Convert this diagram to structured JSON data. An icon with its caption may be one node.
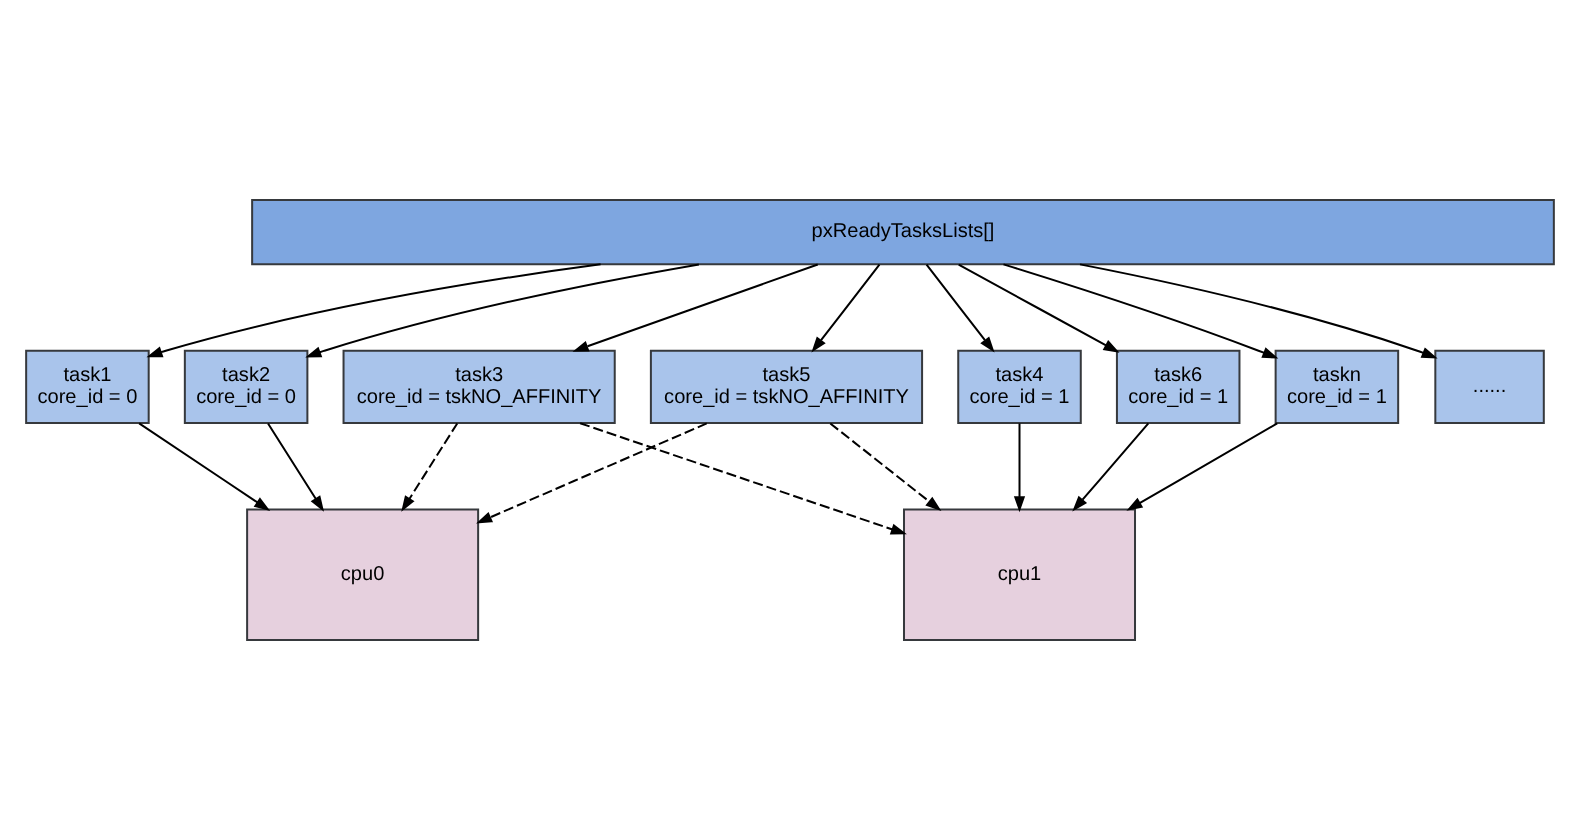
{
  "diagram": {
    "nodes": [
      {
        "text": [
          "pxReadyTasksLists[]"
        ]
      },
      {
        "text": [
          "task1",
          "core_id = 0"
        ]
      },
      {
        "text": [
          "task2",
          "core_id = 0"
        ]
      },
      {
        "text": [
          "task3",
          "core_id = tskNO_AFFINITY"
        ]
      },
      {
        "text": [
          "task4",
          "core_id = 1"
        ]
      },
      {
        "text": [
          "task5",
          "core_id = tskNO_AFFINITY"
        ]
      },
      {
        "text": [
          "task6",
          "core_id = 1"
        ]
      },
      {
        "text": [
          "......"
        ]
      },
      {
        "text": [
          "taskn",
          "core_id = 1"
        ]
      },
      {
        "text": [
          "cpu0"
        ]
      },
      {
        "text": [
          "cpu1"
        ]
      }
    ],
    "edges": [
      {
        "from": 0,
        "to": 1,
        "arrow": "to"
      },
      {
        "from": 0,
        "to": 2,
        "arrow": "to"
      },
      {
        "from": 0,
        "to": 3,
        "arrow": "to"
      },
      {
        "from": 0,
        "to": 4,
        "arrow": "to"
      },
      {
        "from": 0,
        "to": 5,
        "arrow": "to"
      },
      {
        "from": 0,
        "to": 6,
        "arrow": "to"
      },
      {
        "from": 0,
        "to": 7,
        "arrow": "to"
      },
      {
        "from": 0,
        "to": 8,
        "arrow": "to"
      },
      {
        "from": 1,
        "to": 9,
        "arrow": "to"
      },
      {
        "from": 2,
        "to": 9,
        "arrow": "to"
      },
      {
        "from": 3,
        "to": 9,
        "arrow": "to",
        "style": "dashed"
      },
      {
        "from": 3,
        "to": 10,
        "arrow": "to",
        "style": "dashed"
      },
      {
        "from": 4,
        "to": 10,
        "arrow": "to"
      },
      {
        "from": 5,
        "to": 9,
        "arrow": "to",
        "style": "dashed"
      },
      {
        "from": 5,
        "to": 10,
        "arrow": "to",
        "style": "dashed"
      },
      {
        "from": 6,
        "to": 10,
        "arrow": "to"
      },
      {
        "from": 8,
        "to": 10,
        "arrow": "to"
      }
    ]
  }
}
